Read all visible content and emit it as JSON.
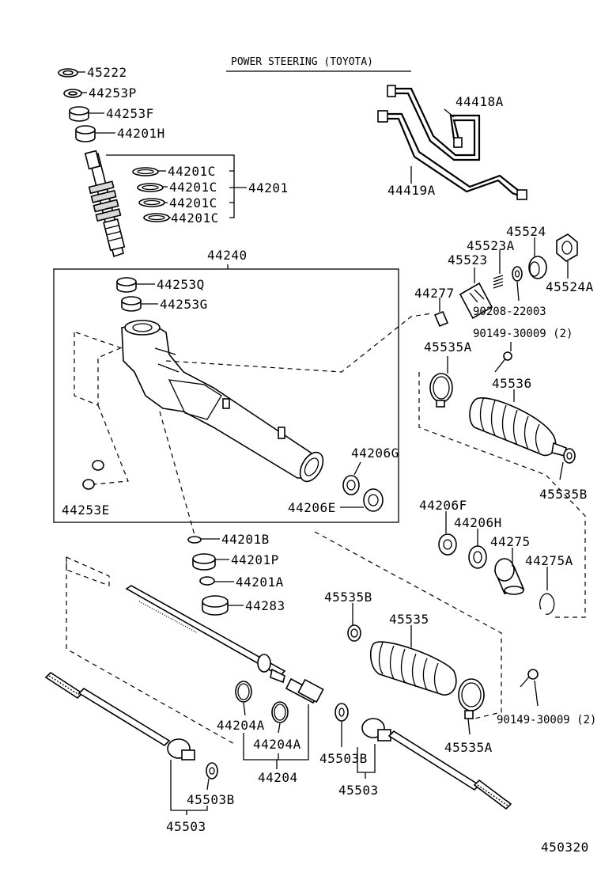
{
  "title": "POWER STEERING (TOYOTA)",
  "catalog_code": "450320",
  "labels": {
    "l45222": "45222",
    "l44253P": "44253P",
    "l44253F": "44253F",
    "l44201H": "44201H",
    "l44201C_1": "44201C",
    "l44201C_2": "44201C",
    "l44201C_3": "44201C",
    "l44201C_4": "44201C",
    "l44201": "44201",
    "l44418A": "44418A",
    "l44419A": "44419A",
    "l44240": "44240",
    "l44253Q": "44253Q",
    "l44253G": "44253G",
    "l44253E": "44253E",
    "l44206G": "44206G",
    "l44206E": "44206E",
    "l45524": "45524",
    "l45523A": "45523A",
    "l45523": "45523",
    "l45524A": "45524A",
    "l44277": "44277",
    "l90208": "90208-22003",
    "l90149_top": "90149-30009 (2)",
    "l45535A_top": "45535A",
    "l45536": "45536",
    "l45535B_top": "45535B",
    "l44206F": "44206F",
    "l44206H": "44206H",
    "l44275": "44275",
    "l44275A": "44275A",
    "l44201B": "44201B",
    "l44201P": "44201P",
    "l44201A": "44201A",
    "l44283": "44283",
    "l45535B_mid": "45535B",
    "l45535": "45535",
    "l44204A_1": "44204A",
    "l44204A_2": "44204A",
    "l44204": "44204",
    "l45503B_left": "45503B",
    "l45503_left": "45503",
    "l45503B_right": "45503B",
    "l45503_right": "45503",
    "l90149_bot": "90149-30009 (2)",
    "l45535A_bot": "45535A"
  }
}
